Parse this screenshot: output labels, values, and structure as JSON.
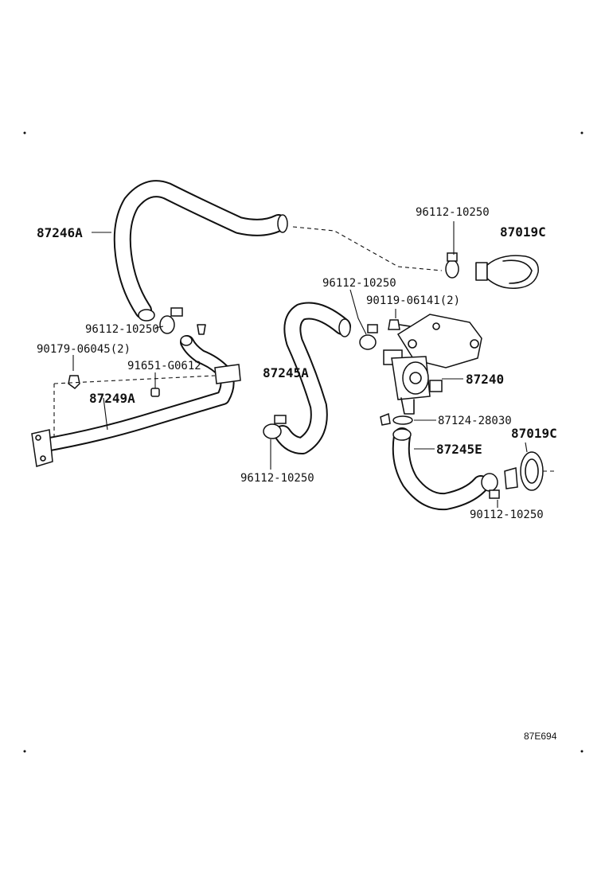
{
  "labels": {
    "p87246A": "87246A",
    "p96112_a": "96112-10250",
    "p96112_b": "96112-10250",
    "p96112_c": "96112-10250",
    "p96112_d": "96112-10250",
    "p87019C_a": "87019C",
    "p87019C_b": "87019C",
    "p90119": "90119-06141(2)",
    "p90179": "90179-06045(2)",
    "p91651": "91651-G0612",
    "p87245A": "87245A",
    "p87240": "87240",
    "p87249A": "87249A",
    "p87124": "87124-28030",
    "p87245E": "87245E",
    "p90112": "90112-10250"
  },
  "diagram_code": "87E694"
}
